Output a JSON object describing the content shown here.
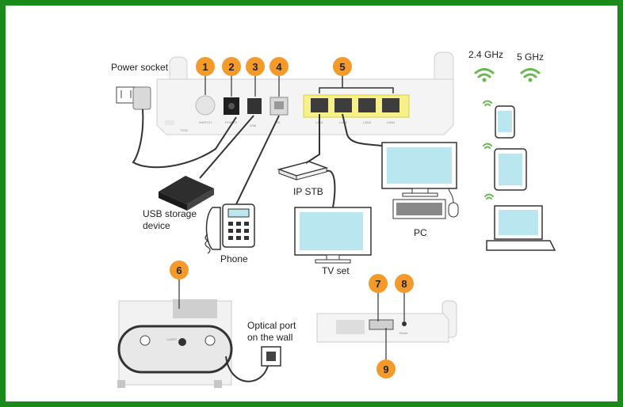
{
  "colors": {
    "border": "#1a8a1a",
    "callout": "#f39a2b",
    "wifi": "#67b84f",
    "highlight": "#f6f08a",
    "screen": "#b9e6ef",
    "cable": "#333333"
  },
  "labels": {
    "power_socket": "Power socket",
    "usb_storage_line1": "USB storage",
    "usb_storage_line2": "device",
    "phone": "Phone",
    "ip_stb": "IP STB",
    "tv_set": "TV set",
    "pc": "PC",
    "band_24": "2.4 GHz",
    "band_5": "5 GHz",
    "optical_line1": "Optical port",
    "optical_line2": "on the wall"
  },
  "callouts": [
    "1",
    "2",
    "3",
    "4",
    "5",
    "6",
    "7",
    "8",
    "9"
  ],
  "port_labels": {
    "switch": "SWITCH",
    "power": "POWER",
    "usb": "USB",
    "tel": "TEL",
    "lan1": "LAN1",
    "lan2": "LAN2",
    "lan3": "LAN3",
    "lan4": "LAN4",
    "pon": "PON",
    "laser": "LASER",
    "reset": "Reset"
  },
  "icons": [
    "wifi-icon",
    "smartphone-icon",
    "tablet-icon",
    "laptop-icon",
    "pc-icon",
    "tv-icon",
    "stb-icon",
    "phone-icon",
    "usb-drive-icon",
    "power-adapter-icon"
  ]
}
